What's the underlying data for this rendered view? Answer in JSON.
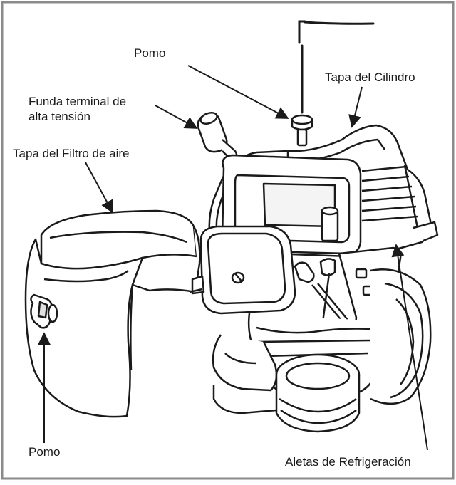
{
  "labels": {
    "knob_top": "Pomo",
    "cylinder_cover": "Tapa del Cilindro",
    "hv_boot_line1": "Funda terminal de",
    "hv_boot_line2": "alta tensión",
    "air_filter_cover": "Tapa del Filtro de aire",
    "knob_bottom": "Pomo",
    "cooling_fins": "Aletas de Refrigeración"
  },
  "colors": {
    "border": "#8a8a8a",
    "line": "#1a1a1a",
    "background": "#ffffff"
  }
}
